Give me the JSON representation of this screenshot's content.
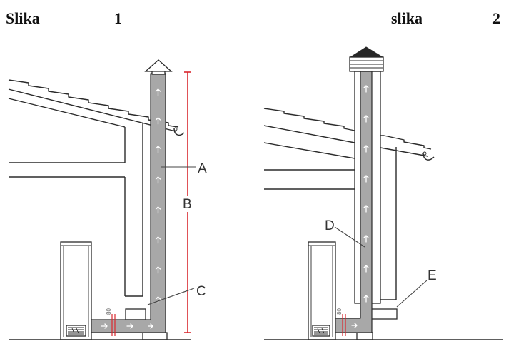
{
  "figure_1": {
    "caption": "Slika",
    "number": "1",
    "label_a": "A",
    "label_b": "B",
    "label_c": "C",
    "pipe_diameter_mark": "80"
  },
  "figure_2": {
    "caption": "slika",
    "number": "2",
    "label_d": "D",
    "label_e": "E",
    "pipe_diameter_mark": "80"
  },
  "colors": {
    "measurement_line": "#d9272d",
    "flue_pipe": "#a8a8a8",
    "outline": "#2b2b2b",
    "chimney_cap": "#262626"
  }
}
